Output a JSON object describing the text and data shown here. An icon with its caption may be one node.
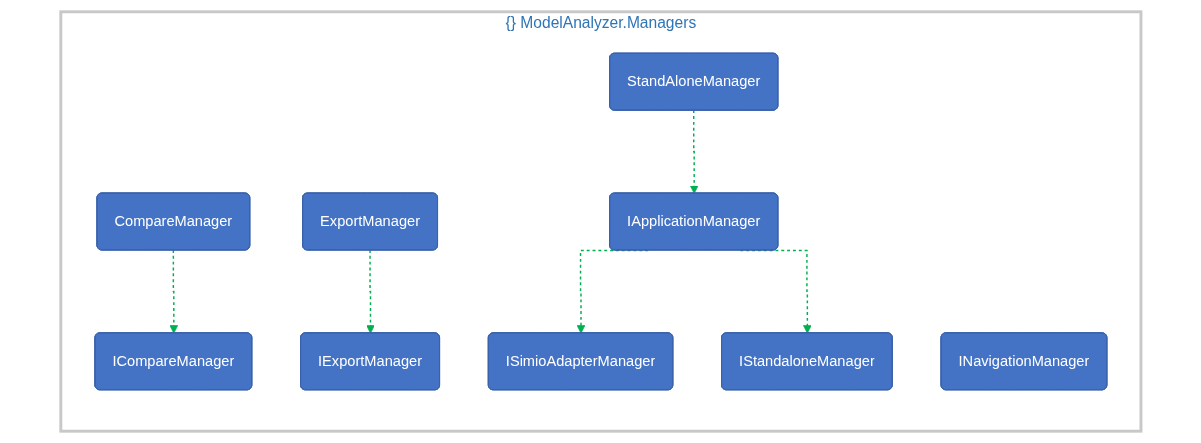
{
  "diagram": {
    "nodes": [
      {
        "text": [
          "{} ModelAnalyzer.Managers"
        ]
      },
      {
        "text": [
          "ICompareManager"
        ],
        "in": 0
      },
      {
        "text": [
          "IExportManager"
        ],
        "in": 0
      },
      {
        "text": [
          "ISimioAdapterManager"
        ],
        "in": 0
      },
      {
        "text": [
          "IStandaloneManager"
        ],
        "in": 0
      },
      {
        "text": [
          "CompareManager"
        ],
        "in": 0
      },
      {
        "text": [
          "ExportManager"
        ],
        "in": 0
      },
      {
        "text": [
          "IApplicationManager"
        ],
        "in": 0
      },
      {
        "text": [
          "INavigationManager"
        ],
        "in": 0
      },
      {
        "text": [
          "StandAloneManager"
        ],
        "in": 0
      }
    ],
    "edges": [
      {
        "from": 5,
        "to": 1,
        "arrow": "to",
        "style": "dashed"
      },
      {
        "from": 6,
        "to": 2,
        "arrow": "to",
        "style": "dashed"
      },
      {
        "from": 7,
        "to": 3,
        "arrow": "to",
        "style": "dashed"
      },
      {
        "from": 7,
        "to": 4,
        "arrow": "to",
        "style": "dashed"
      },
      {
        "from": 9,
        "to": 7,
        "arrow": "to",
        "style": "dashed"
      }
    ]
  }
}
